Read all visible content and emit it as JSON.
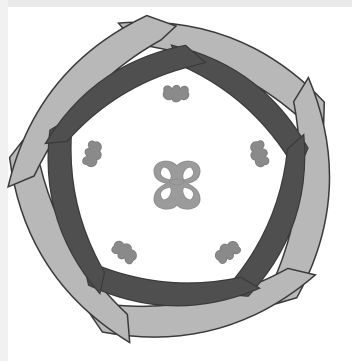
{
  "diagram": {
    "colors": {
      "background": "#ffffff",
      "strip": "#e9e9e9",
      "outer_fill": "#b8b8b8",
      "inner_fill": "#4f4f4f",
      "stroke": "#3a3a3a",
      "center_fill": "#9b9b9b",
      "center_stroke": "#8f8f8f",
      "bug_fill": "#8a8a8a"
    },
    "icons": {
      "outer_ring": "outer-petal-ring",
      "inner_ring": "inner-petal-ring",
      "center": "bow-tie-knot-symbol",
      "satellites": "paired-blob-cluster"
    }
  }
}
